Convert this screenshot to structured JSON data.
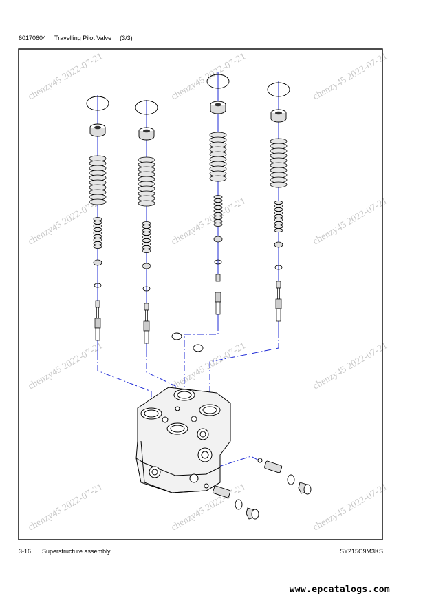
{
  "header": {
    "doc_code": "60170604",
    "title": "Travelling Pilot Valve",
    "page_part": "(3/3)"
  },
  "footer": {
    "page_number": "3-16",
    "section": "Superstructure assembly",
    "model": "SY215C9M3KS"
  },
  "watermark": {
    "text": "chenzy45 2022-07-21"
  },
  "website": "www.epcatalogs.com",
  "colors": {
    "ink": "#000000",
    "leader": "#1f2bd6",
    "watermark": "#c8c8c8",
    "part_fill": "#e6e6e6"
  }
}
